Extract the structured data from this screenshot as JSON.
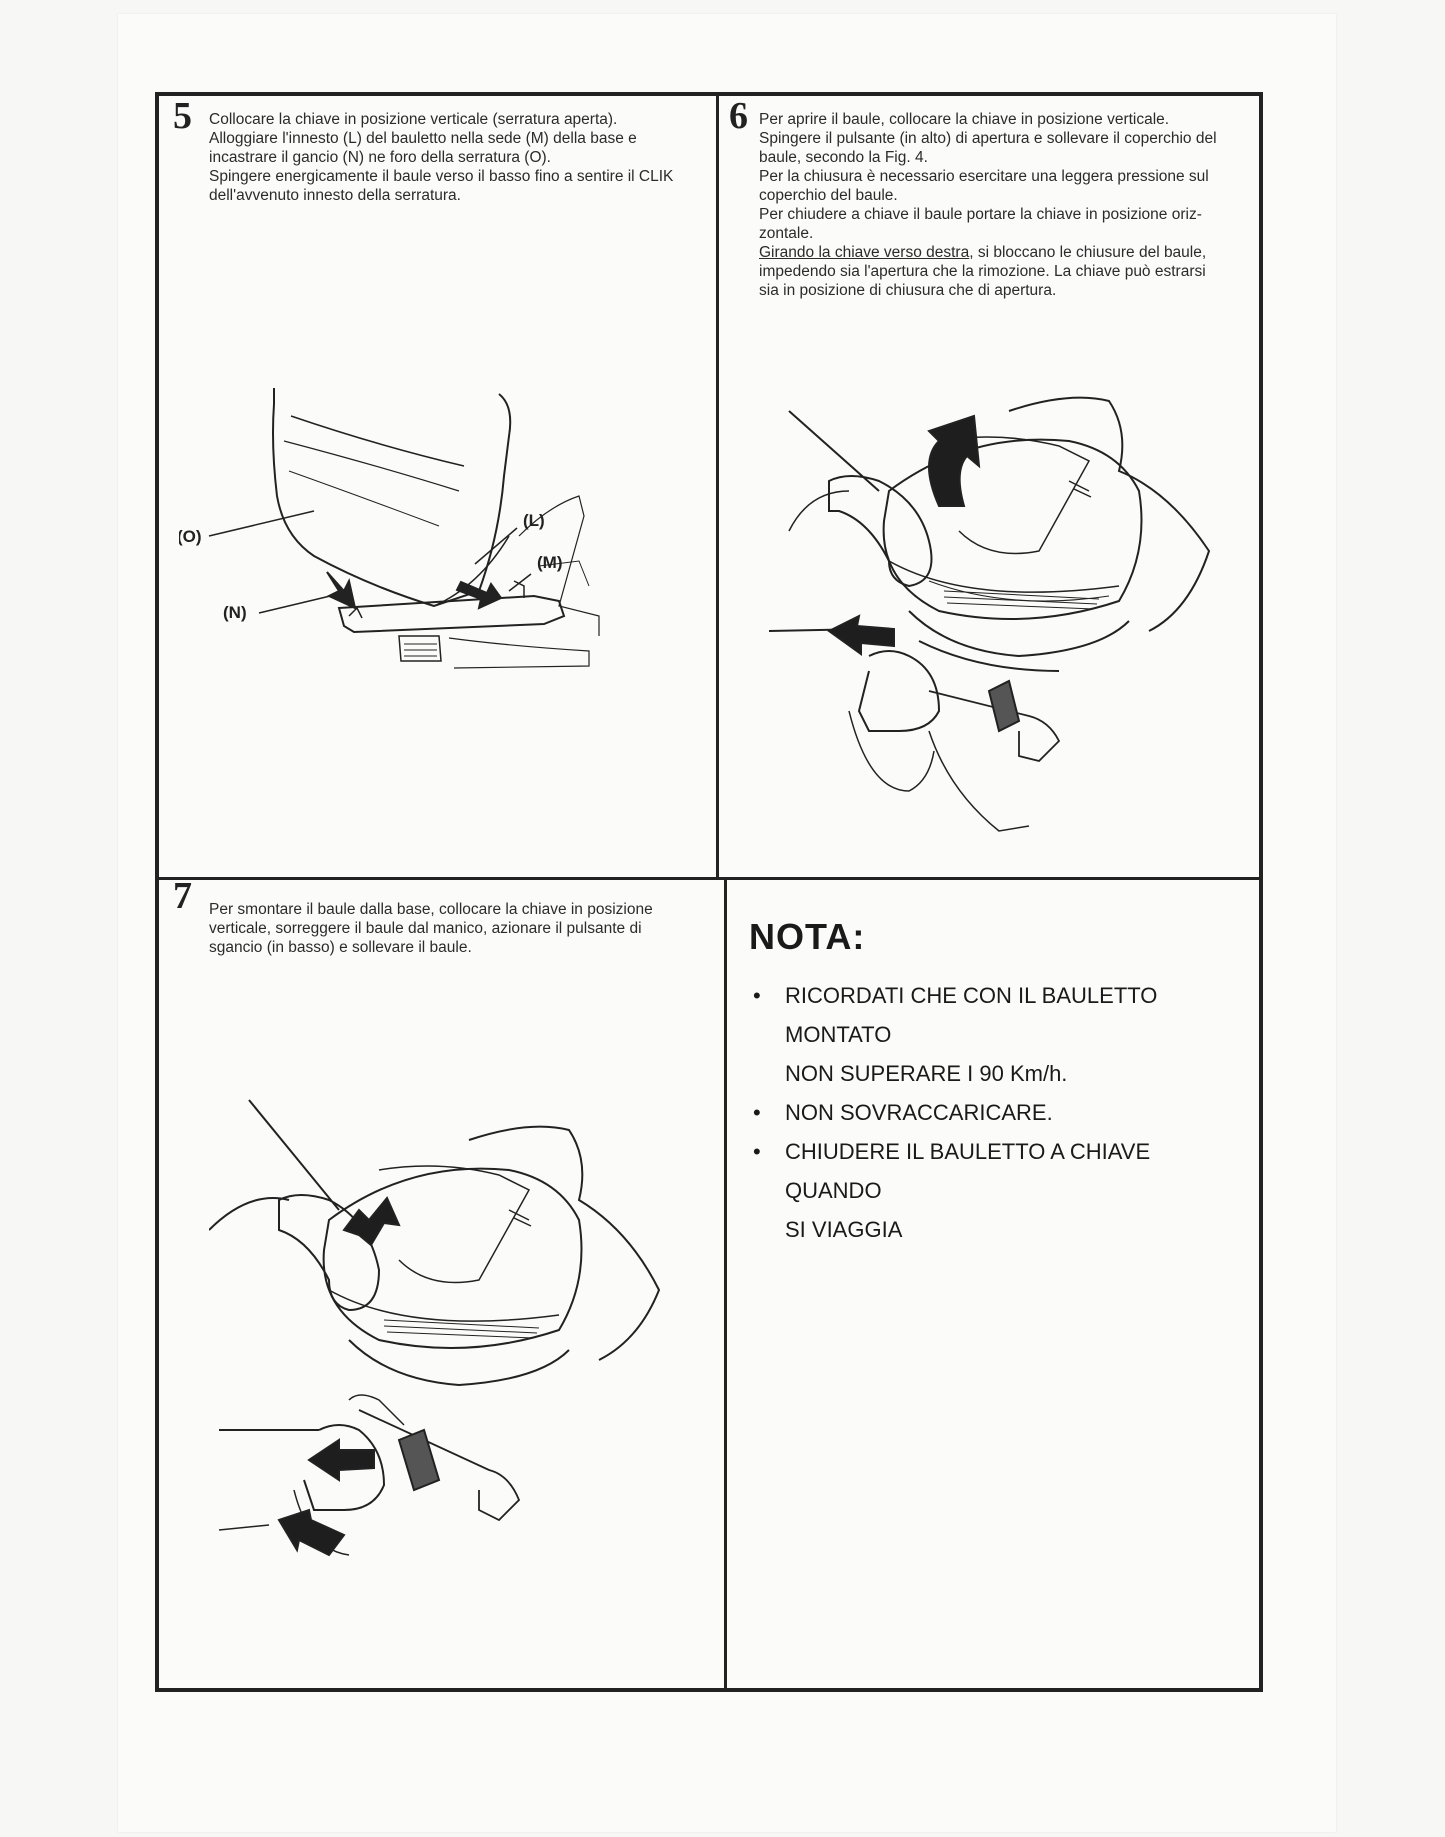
{
  "steps": [
    {
      "number": "5",
      "lines": [
        "Collocare la chiave in posizione verticale (serratura aperta).",
        "Alloggiare l'innesto (L) del bauletto nella sede (M) della base e",
        "incastrare il gancio (N) ne foro della serratura (O).",
        "Spingere energicamente il baule verso il basso fino a sentire il CLIK",
        "dell'avvenuto innesto della serratura."
      ],
      "labels": {
        "L": "(L)",
        "M": "(M)",
        "O": "(O)",
        "N": "(N)"
      }
    },
    {
      "number": "6",
      "lines": [
        "Per aprire il baule, collocare la chiave in posizione verticale.",
        "Spingere il pulsante (in alto) di apertura e sollevare il coperchio del",
        "baule, secondo la Fig. 4.",
        "Per la chiusura è necessario esercitare una leggera pressione sul",
        "coperchio del baule.",
        "Per chiudere a chiave il baule portare la chiave in posizione oriz-",
        "zontale."
      ],
      "underlined": "Girando la chiave verso destra",
      "tail_lines": [
        ", si bloccano le chiusure del baule,",
        "impedendo sia l'apertura che la rimozione. La chiave può estrarsi",
        "sia in posizione di chiusura che di apertura."
      ]
    },
    {
      "number": "7",
      "lines": [
        "Per smontare il baule dalla base, collocare la chiave in posizione",
        "verticale, sorreggere il baule dal manico, azionare il pulsante di",
        "sgancio (in basso) e sollevare il baule."
      ]
    }
  ],
  "nota": {
    "title": "NOTA:",
    "items": [
      [
        "RICORDATI CHE CON IL BAULETTO MONTATO",
        "NON SUPERARE I 90 Km/h."
      ],
      [
        "NON SOVRACCARICARE."
      ],
      [
        "CHIUDERE IL BAULETTO A CHIAVE QUANDO",
        "SI VIAGGIA"
      ]
    ],
    "bullet": "•"
  }
}
